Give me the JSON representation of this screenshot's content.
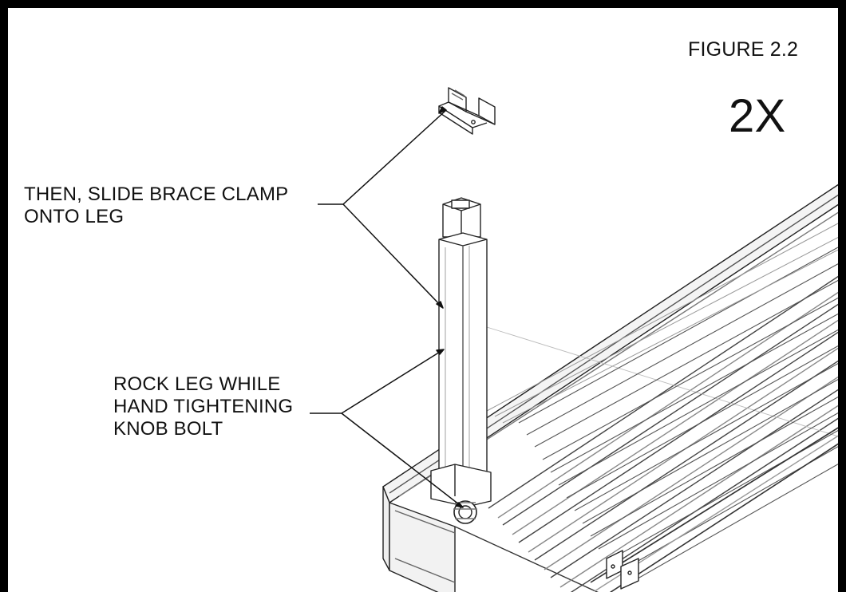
{
  "figure": {
    "title": "FIGURE 2.2",
    "quantity": "2X"
  },
  "callouts": {
    "brace_clamp": {
      "line1": "THEN, SLIDE BRACE CLAMP",
      "line2": "ONTO LEG"
    },
    "knob_bolt": {
      "line1": "ROCK LEG WHILE",
      "line2": "HAND TIGHTENING",
      "line3": "KNOB BOLT"
    }
  }
}
